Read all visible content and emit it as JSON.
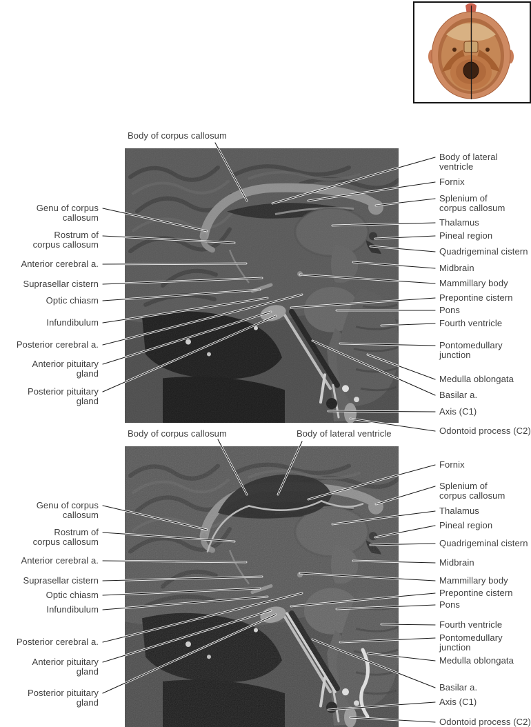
{
  "colors": {
    "label_text": "#3f3f3f",
    "leader_line": "#1c1c1c",
    "mri_background": "#4a4a4a",
    "inset_skin": "#ce8a62",
    "inset_fossa": "#b06c42",
    "inset_foramen": "#3d2212"
  },
  "panels": [
    {
      "top_labels": [
        "Body of corpus callosum"
      ],
      "left_labels": [
        "Genu of corpus callosum",
        "Rostrum of\ncorpus callosum",
        "Anterior cerebral a.",
        "Suprasellar cistern",
        "Optic chiasm",
        "Infundibulum",
        "Posterior cerebral a.",
        "Anterior pituitary\ngland",
        "Posterior pituitary\ngland"
      ],
      "right_labels": [
        "Body of lateral\nventricle",
        "Fornix",
        "Splenium of\ncorpus callosum",
        "Thalamus",
        "Pineal region",
        "Quadrigeminal cistern",
        "Midbrain",
        "Mammillary body",
        "Prepontine cistern",
        "Pons",
        "Fourth ventricle",
        "Pontomedullary\njunction",
        "Medulla oblongata",
        "Basilar a.",
        "Axis (C1)",
        "Odontoid process (C2)"
      ]
    },
    {
      "top_labels": [
        "Body of corpus callosum",
        "Body of lateral ventricle"
      ],
      "left_labels": [
        "Genu of corpus callosum",
        "Rostrum of\ncorpus callosum",
        "Anterior cerebral a.",
        "Suprasellar cistern",
        "Optic chiasm",
        "Infundibulum",
        "Posterior cerebral a.",
        "Anterior pituitary\ngland",
        "Posterior pituitary\ngland"
      ],
      "right_labels": [
        "Fornix",
        "Splenium of\ncorpus callosum",
        "Thalamus",
        "Pineal region",
        "Quadrigeminal cistern",
        "Midbrain",
        "Mammillary body",
        "Prepontine cistern",
        "Pons",
        "Fourth ventricle",
        "Pontomedullary\njunction",
        "Medulla oblongata",
        "Basilar a.",
        "Axis (C1)",
        "Odontoid process (C2)"
      ]
    }
  ]
}
